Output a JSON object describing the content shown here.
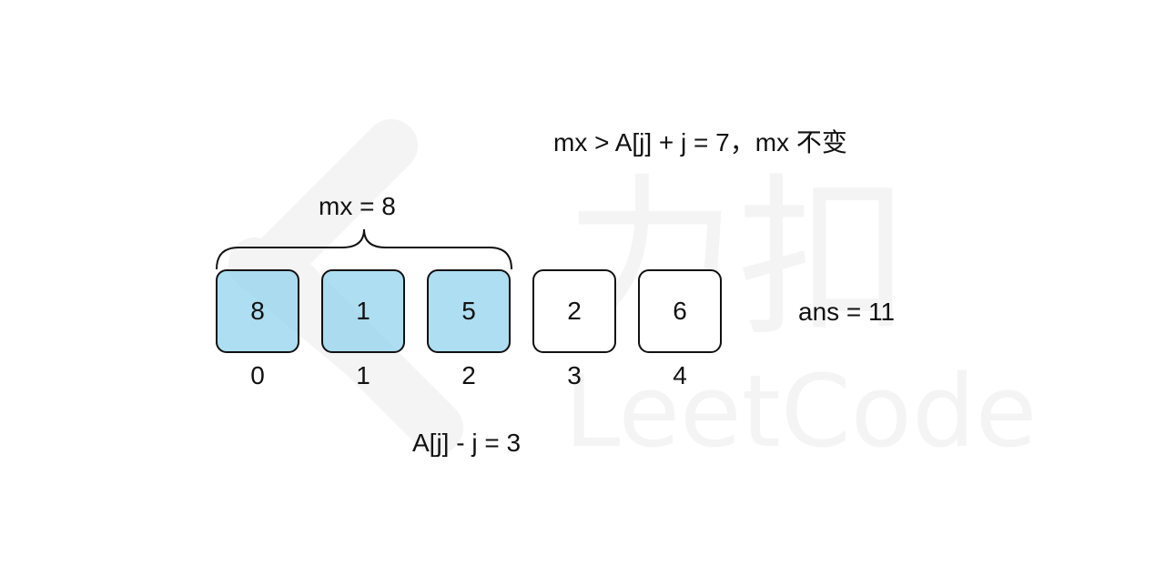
{
  "colors": {
    "highlight": "#8ed1eb",
    "stroke": "#111111",
    "watermark": "#f4f4f4"
  },
  "top_note": "mx > A[j] + j = 7，mx 不变",
  "mx_label": "mx  = 8",
  "answer_label": "ans = 11",
  "bottom_note": "A[j] - j = 3",
  "array": {
    "values": [
      "8",
      "1",
      "5",
      "2",
      "6"
    ],
    "indices": [
      "0",
      "1",
      "2",
      "3",
      "4"
    ],
    "highlighted_count": 3
  },
  "watermark_text": "LeetCode",
  "watermark_cjk": "力扣"
}
